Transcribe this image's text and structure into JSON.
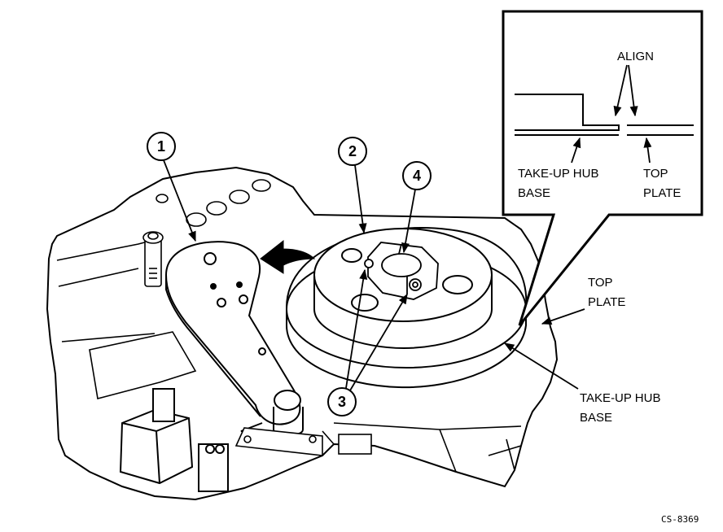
{
  "callouts": {
    "c1": "1",
    "c2": "2",
    "c3": "3",
    "c4": "4"
  },
  "inset": {
    "align": "ALIGN",
    "takeup_line1": "TAKE-UP HUB",
    "takeup_line2": "BASE",
    "top_line1": "TOP",
    "top_line2": "PLATE"
  },
  "labels": {
    "top_plate_line1": "TOP",
    "top_plate_line2": "PLATE",
    "takeup_base_line1": "TAKE-UP HUB",
    "takeup_base_line2": "BASE"
  },
  "figure_id": "CS-8369"
}
